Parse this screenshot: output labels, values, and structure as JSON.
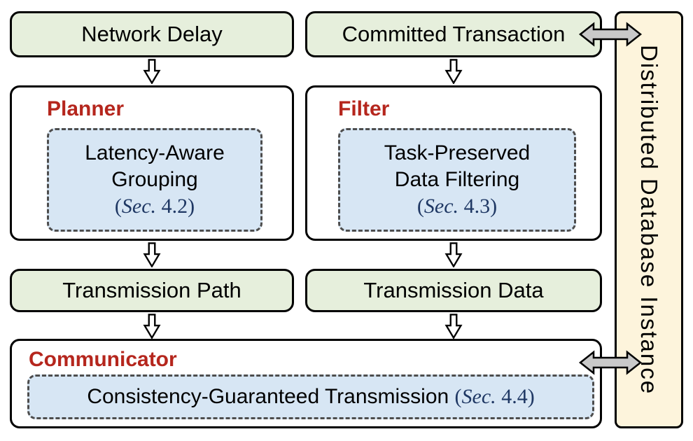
{
  "colors": {
    "green_box_bg": "#e6efdc",
    "module_blue_bg": "#d7e6f4",
    "database_cream_bg": "#fdf4dc",
    "title_red": "#b5261d",
    "section_ref_navy": "#1f3864",
    "double_arrow_gray": "#c9c9c9",
    "border_black": "#000000"
  },
  "boxes": {
    "network_delay": {
      "label": "Network Delay"
    },
    "committed_transaction": {
      "label": "Committed Transaction"
    },
    "planner": {
      "title": "Planner",
      "module": {
        "line1": "Latency-Aware",
        "line2": "Grouping",
        "sec": {
          "open": "(",
          "word": "Sec.",
          "rest": " 4.2)"
        }
      }
    },
    "filter": {
      "title": "Filter",
      "module": {
        "line1": "Task-Preserved",
        "line2": "Data Filtering",
        "sec": {
          "open": "(",
          "word": "Sec.",
          "rest": " 4.3)"
        }
      }
    },
    "transmission_path": {
      "label": "Transmission Path"
    },
    "transmission_data": {
      "label": "Transmission Data"
    },
    "communicator": {
      "title": "Communicator",
      "module": {
        "line1": "Consistency-Guaranteed Transmission ",
        "sec": {
          "open": "(",
          "word": "Sec.",
          "rest": " 4.4)"
        }
      }
    },
    "database": {
      "label": "Distributed Database Instance"
    }
  }
}
